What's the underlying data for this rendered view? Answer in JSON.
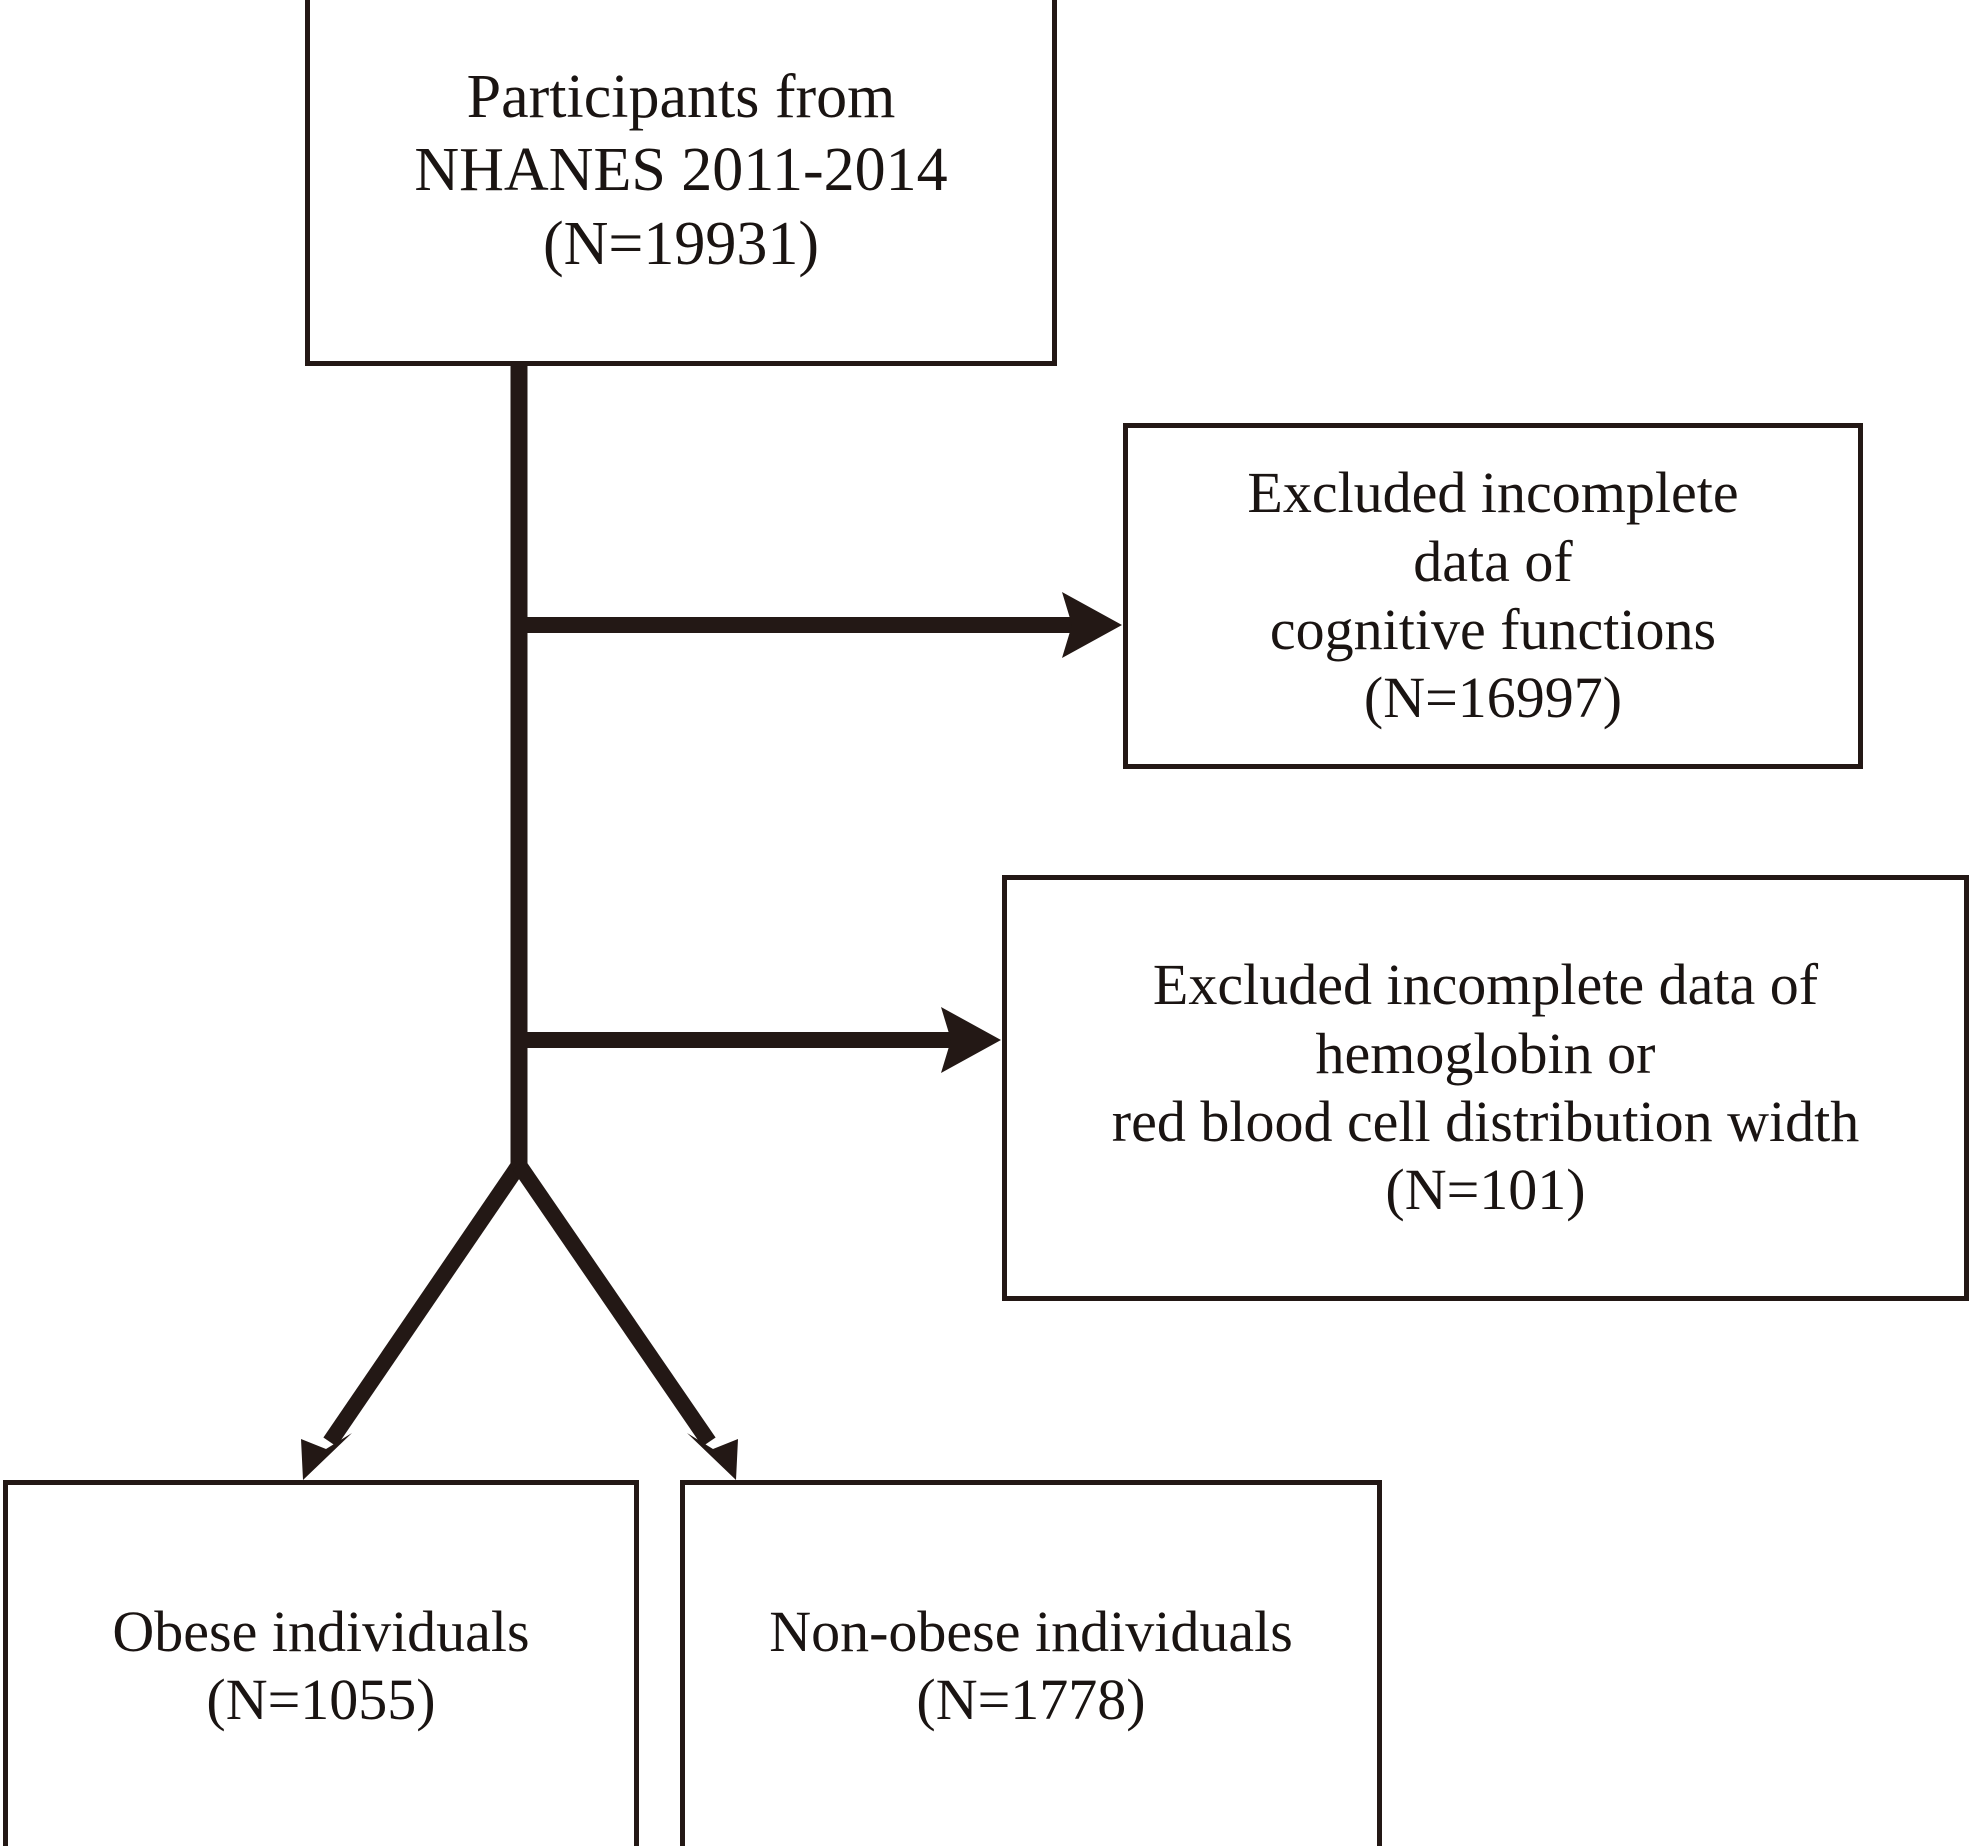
{
  "diagram": {
    "title": "NHANES participant selection flowchart",
    "stroke_color": "#231815",
    "background_color": "#ffffff",
    "nodes": [
      {
        "id": "source",
        "name": "source-population-box",
        "lines": [
          "Participants from",
          "NHANES 2011-2014",
          "(N=19931)"
        ]
      },
      {
        "id": "excl_cognitive",
        "name": "excluded-cognitive-box",
        "lines": [
          "Excluded incomplete",
          "data of",
          "cognitive functions",
          "(N=16997)"
        ]
      },
      {
        "id": "excl_hemoglobin",
        "name": "excluded-hemoglobin-box",
        "lines": [
          "Excluded incomplete data of",
          "hemoglobin or",
          "red blood cell distribution width",
          "(N=101)"
        ]
      },
      {
        "id": "obese",
        "name": "obese-group-box",
        "lines": [
          "Obese individuals",
          "(N=1055)"
        ]
      },
      {
        "id": "nonobese",
        "name": "non-obese-group-box",
        "lines": [
          "Non-obese individuals",
          "(N=1778)"
        ]
      }
    ],
    "connectors": [
      {
        "id": "trunk",
        "name": "main-trunk-line",
        "from": "source",
        "to": "fork"
      },
      {
        "id": "arrow_cognitive",
        "name": "exclusion-arrow-cognitive",
        "from": "trunk",
        "to": "excl_cognitive"
      },
      {
        "id": "arrow_hemoglobin",
        "name": "exclusion-arrow-hemoglobin",
        "from": "trunk",
        "to": "excl_hemoglobin"
      },
      {
        "id": "branch_obese",
        "name": "branch-arrow-obese",
        "from": "fork",
        "to": "obese"
      },
      {
        "id": "branch_nonobese",
        "name": "branch-arrow-non-obese",
        "from": "fork",
        "to": "nonobese"
      }
    ],
    "counts": {
      "total_participants": 19931,
      "excluded_cognitive": 16997,
      "excluded_hemoglobin_or_rdw": 101,
      "obese": 1055,
      "non_obese": 1778
    }
  }
}
